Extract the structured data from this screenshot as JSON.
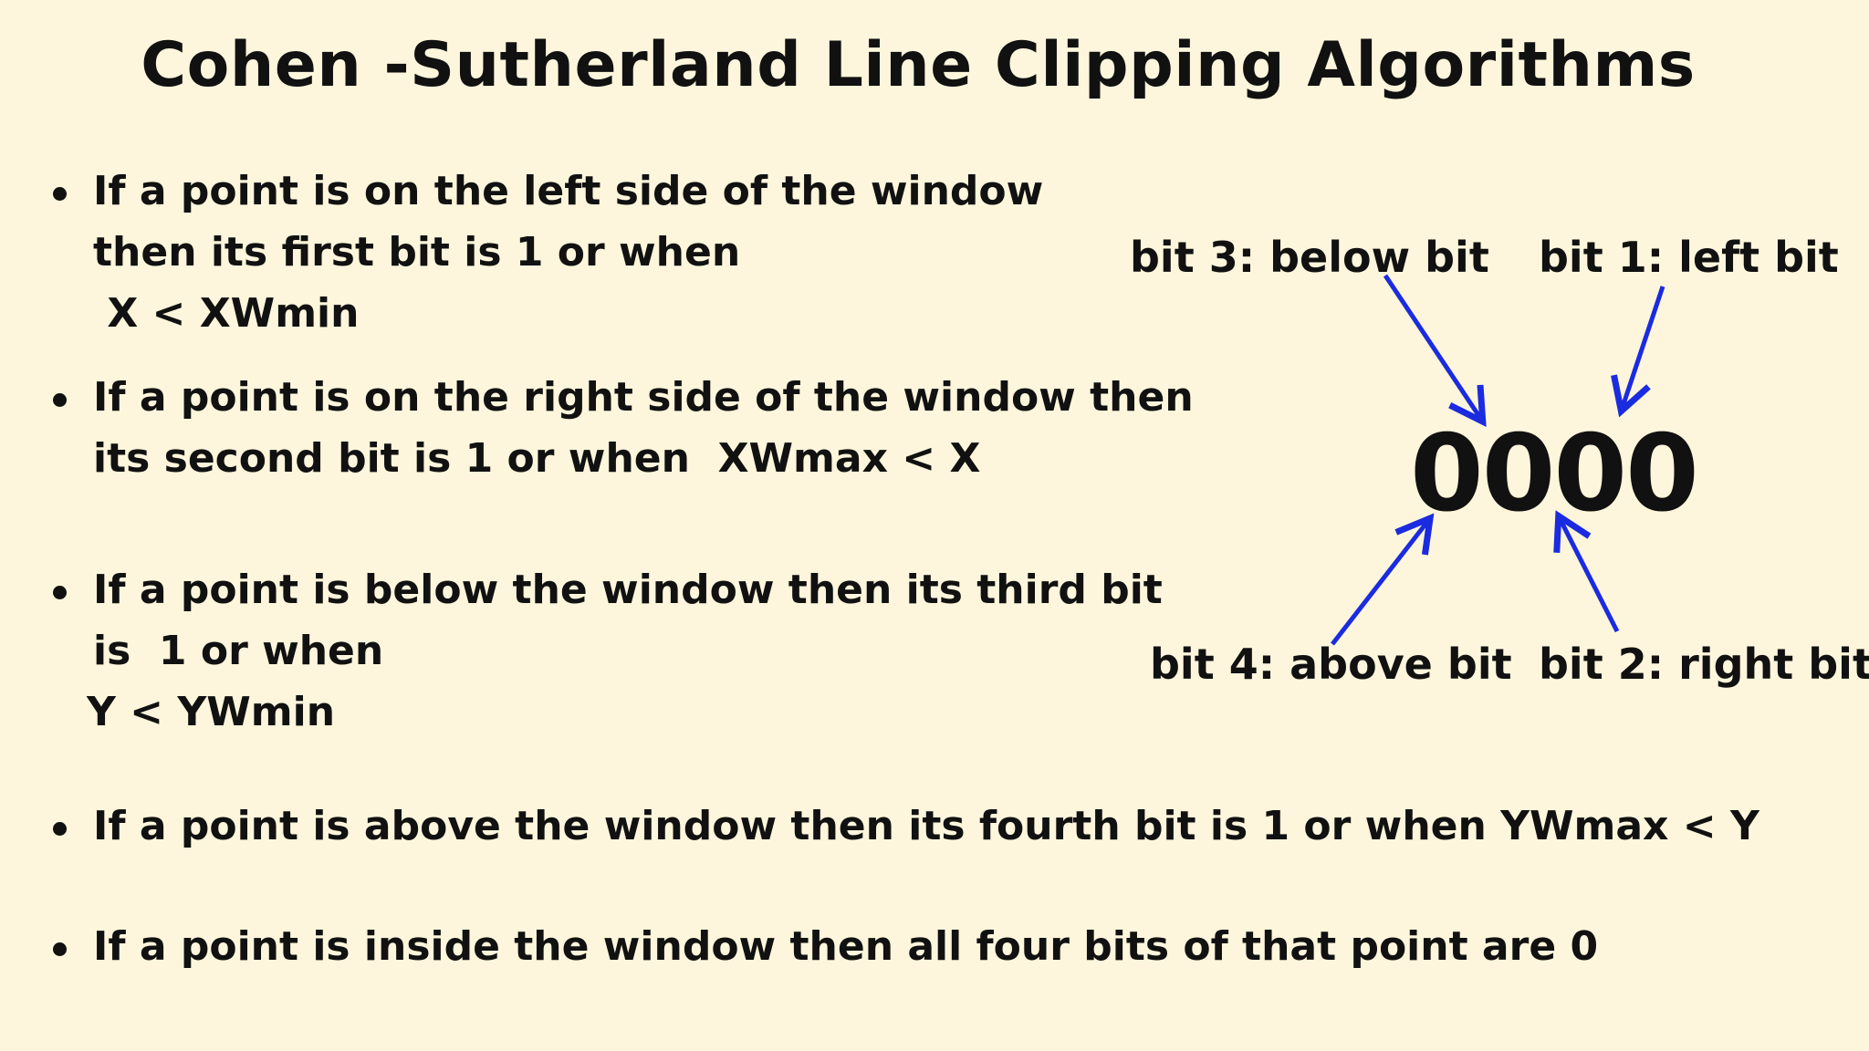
{
  "slide": {
    "title": "Cohen -Sutherland Line Clipping Algorithms",
    "bullets": [
      {
        "lines": [
          "If a point is on the left side of the window",
          "then its first bit is 1 or when",
          " X < XWmin"
        ]
      },
      {
        "lines": [
          "If a point is on the right side of the window then",
          "its second bit is 1 or when  XWmax < X"
        ]
      },
      {
        "lines": [
          "If a point is below the window then its third bit",
          "is  1 or when",
          "Y < YWmin"
        ]
      },
      {
        "lines": [
          "If a point is above the window then its fourth bit is 1 or when YWmax < Y"
        ]
      },
      {
        "lines": [
          "If a point is inside the window then all four bits of that point are 0"
        ]
      }
    ]
  },
  "diagram": {
    "code": "0000",
    "labels": {
      "bit3": "bit 3: below bit",
      "bit1": "bit 1: left bit",
      "bit4": "bit 4: above bit",
      "bit2": "bit 2: right bit"
    },
    "arrow_color": "#1a2be0",
    "background_color": "#fdf6dc"
  }
}
